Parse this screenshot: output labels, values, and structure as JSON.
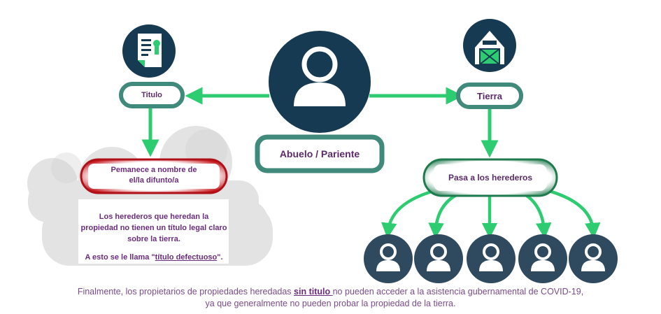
{
  "nodes": {
    "titulo": "Titulo",
    "abuelo": "Abuelo / Pariente",
    "tierra": "Tierra",
    "permanece_line1": "Pemanece a nombre de",
    "permanece_line2": "el/la difunto/a",
    "pasa": "Pasa a los herederos"
  },
  "paragraph": {
    "line1": "Los herederos que heredan la",
    "line2": "propiedad no tienen un título legal claro",
    "line3": "sobre la tierra.",
    "line4_prefix": "A esto se le llama \"",
    "line4_emph": "título defectuoso",
    "line4_suffix": "\"."
  },
  "footer": {
    "part1": "Finalmente, los propietarios de propiedades heredadas ",
    "emph": "sin titulo ",
    "part2": "no pueden acceder a la asistencia gubernamental de COVID-19,",
    "line2": "ya que generalmente no pueden probar la propiedad de la tierra."
  },
  "colors": {
    "navy": "#163a52",
    "green_arrow": "#2ecc71",
    "teal_pill": "#3f8a7a",
    "dark_green": "#1f7a4d",
    "red_pill": "#c4161c",
    "heir_circle": "#2f4a5e",
    "text_purple": "#6b2c7e"
  },
  "icons": [
    "document-certificate-icon",
    "person-icon",
    "barn-icon",
    "cloud-icon"
  ]
}
